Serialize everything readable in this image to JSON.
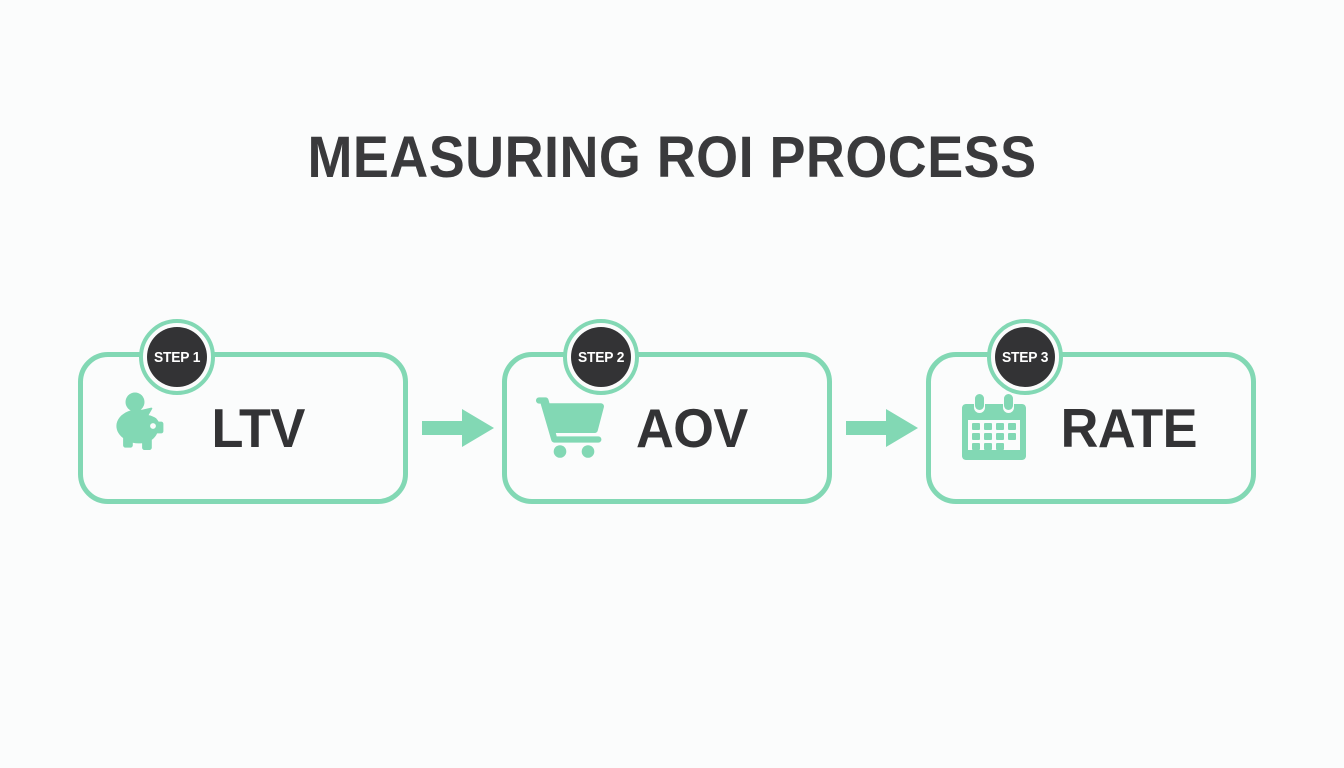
{
  "page": {
    "title": "MEASURING ROI PROCESS",
    "background_color": "#FBFCFC",
    "accent_color": "#82D8B4",
    "text_color": "#333335"
  },
  "steps": [
    {
      "badge": "STEP 1",
      "label": "LTV",
      "icon": "piggy-bank-icon"
    },
    {
      "badge": "STEP 2",
      "label": "AOV",
      "icon": "shopping-cart-icon"
    },
    {
      "badge": "STEP 3",
      "label": "RATE",
      "icon": "calendar-icon"
    }
  ],
  "connectors": [
    {
      "icon": "arrow-right-icon"
    },
    {
      "icon": "arrow-right-icon"
    }
  ]
}
